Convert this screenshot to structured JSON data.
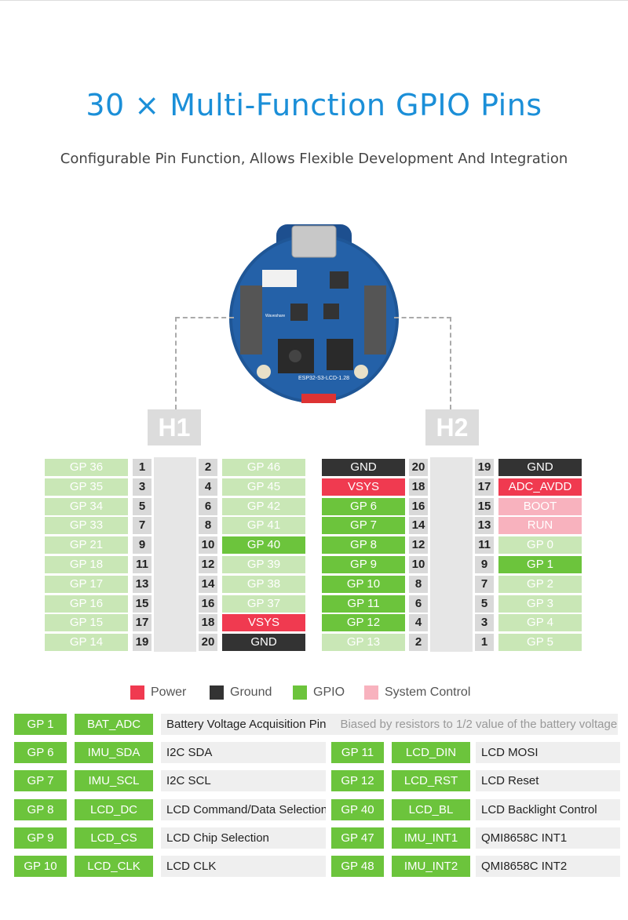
{
  "title": "30 × Multi-Function GPIO Pins",
  "subtitle": "Configurable Pin Function, Allows Flexible Development And Integration",
  "board": {
    "model": "ESP32-S3-LCD-1.28",
    "brand": "Waveshare"
  },
  "headers": {
    "h1": "H1",
    "h2": "H2"
  },
  "colors": {
    "gpio_light": "#c9e7b6",
    "gpio": "#6cc43c",
    "power": "#f03a50",
    "ground": "#333333",
    "system": "#f8b2be",
    "title": "#1b8fd8"
  },
  "h1": [
    {
      "l": "GP 36",
      "ln": "1",
      "rn": "2",
      "r": "GP 46",
      "lc": "lg",
      "rc": "lg"
    },
    {
      "l": "GP 35",
      "ln": "3",
      "rn": "4",
      "r": "GP 45",
      "lc": "lg",
      "rc": "lg"
    },
    {
      "l": "GP 34",
      "ln": "5",
      "rn": "6",
      "r": "GP 42",
      "lc": "lg",
      "rc": "lg"
    },
    {
      "l": "GP 33",
      "ln": "7",
      "rn": "8",
      "r": "GP 41",
      "lc": "lg",
      "rc": "lg"
    },
    {
      "l": "GP 21",
      "ln": "9",
      "rn": "10",
      "r": "GP 40",
      "lc": "lg",
      "rc": "g"
    },
    {
      "l": "GP 18",
      "ln": "11",
      "rn": "12",
      "r": "GP 39",
      "lc": "lg",
      "rc": "lg"
    },
    {
      "l": "GP 17",
      "ln": "13",
      "rn": "14",
      "r": "GP 38",
      "lc": "lg",
      "rc": "lg"
    },
    {
      "l": "GP 16",
      "ln": "15",
      "rn": "16",
      "r": "GP 37",
      "lc": "lg",
      "rc": "lg"
    },
    {
      "l": "GP 15",
      "ln": "17",
      "rn": "18",
      "r": "VSYS",
      "lc": "lg",
      "rc": "r"
    },
    {
      "l": "GP 14",
      "ln": "19",
      "rn": "20",
      "r": "GND",
      "lc": "lg",
      "rc": "k"
    }
  ],
  "h2": [
    {
      "l": "GND",
      "ln": "20",
      "rn": "19",
      "r": "GND",
      "lc": "k",
      "rc": "k"
    },
    {
      "l": "VSYS",
      "ln": "18",
      "rn": "17",
      "r": "ADC_AVDD",
      "lc": "r",
      "rc": "r"
    },
    {
      "l": "GP 6",
      "ln": "16",
      "rn": "15",
      "r": "BOOT",
      "lc": "g",
      "rc": "p"
    },
    {
      "l": "GP 7",
      "ln": "14",
      "rn": "13",
      "r": "RUN",
      "lc": "g",
      "rc": "p"
    },
    {
      "l": "GP 8",
      "ln": "12",
      "rn": "11",
      "r": "GP 0",
      "lc": "g",
      "rc": "lg"
    },
    {
      "l": "GP 9",
      "ln": "10",
      "rn": "9",
      "r": "GP 1",
      "lc": "g",
      "rc": "g"
    },
    {
      "l": "GP 10",
      "ln": "8",
      "rn": "7",
      "r": "GP 2",
      "lc": "g",
      "rc": "lg"
    },
    {
      "l": "GP 11",
      "ln": "6",
      "rn": "5",
      "r": "GP 3",
      "lc": "g",
      "rc": "lg"
    },
    {
      "l": "GP 12",
      "ln": "4",
      "rn": "3",
      "r": "GP 4",
      "lc": "g",
      "rc": "lg"
    },
    {
      "l": "GP 13",
      "ln": "2",
      "rn": "1",
      "r": "GP 5",
      "lc": "lg",
      "rc": "lg"
    }
  ],
  "legend": [
    {
      "label": "Power",
      "c": "r"
    },
    {
      "label": "Ground",
      "c": "k"
    },
    {
      "label": "GPIO",
      "c": "g"
    },
    {
      "label": "System Control",
      "c": "p"
    }
  ],
  "functions": {
    "first": {
      "gp": "GP 1",
      "fn": "BAT_ADC",
      "desc": "Battery Voltage Acquisition Pin",
      "note": "Biased by resistors to 1/2 value of the battery voltage"
    },
    "rows": [
      [
        {
          "gp": "GP 6",
          "fn": "IMU_SDA",
          "desc": "I2C SDA"
        },
        {
          "gp": "GP 11",
          "fn": "LCD_DIN",
          "desc": "LCD MOSI"
        }
      ],
      [
        {
          "gp": "GP 7",
          "fn": "IMU_SCL",
          "desc": "I2C SCL"
        },
        {
          "gp": "GP 12",
          "fn": "LCD_RST",
          "desc": "LCD Reset"
        }
      ],
      [
        {
          "gp": "GP 8",
          "fn": "LCD_DC",
          "desc": "LCD Command/Data Selection"
        },
        {
          "gp": "GP 40",
          "fn": "LCD_BL",
          "desc": "LCD Backlight Control"
        }
      ],
      [
        {
          "gp": "GP 9",
          "fn": "LCD_CS",
          "desc": "LCD Chip Selection"
        },
        {
          "gp": "GP 47",
          "fn": "IMU_INT1",
          "desc": "QMI8658C INT1"
        }
      ],
      [
        {
          "gp": "GP 10",
          "fn": "LCD_CLK",
          "desc": "LCD CLK"
        },
        {
          "gp": "GP 48",
          "fn": "IMU_INT2",
          "desc": "QMI8658C INT2"
        }
      ]
    ]
  }
}
